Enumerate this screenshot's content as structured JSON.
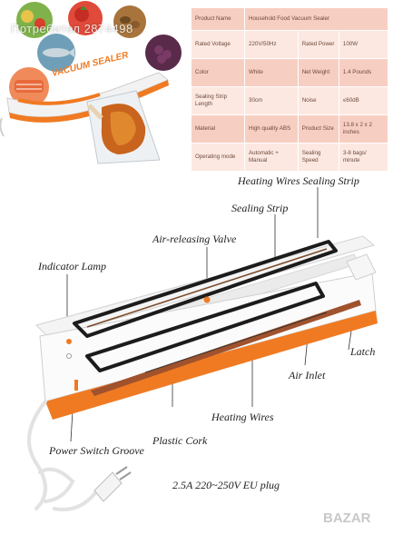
{
  "watermark": {
    "top_text": "Потребител 2874498",
    "brand": "BAZAR"
  },
  "photo": {
    "device_logo": "VACUUM SEALER"
  },
  "spec_table": {
    "rows": [
      {
        "label1": "Product Name",
        "value1": "Household Food Vacuum Sealer",
        "label2": "",
        "value2": ""
      },
      {
        "label1": "Rated Voltage",
        "value1": "220V/50Hz",
        "label2": "Rated Power",
        "value2": "100W"
      },
      {
        "label1": "Color",
        "value1": "White",
        "label2": "Net Weight",
        "value2": "1.4 Pounds"
      },
      {
        "label1": "Sealing Strip Length",
        "value1": "30cm",
        "label2": "Noise",
        "value2": "≤60dB"
      },
      {
        "label1": "Material",
        "value1": "High quality ABS",
        "label2": "Product Size",
        "value2": "13.8 x 2 x 2 inches"
      },
      {
        "label1": "Operating mode",
        "value1": "Automatic + Manual",
        "label2": "Sealing Speed",
        "value2": "3-8 bags/ minute"
      }
    ]
  },
  "labels": {
    "heating_wires_sealing_strip": "Heating Wires Sealing Strip",
    "sealing_strip": "Sealing Strip",
    "air_releasing_valve": "Air-releasing Valve",
    "indicator_lamp": "Indicator Lamp",
    "latch": "Latch",
    "air_inlet": "Air Inlet",
    "heating_wires": "Heating Wires",
    "plastic_cork": "Plastic Cork",
    "power_switch_groove": "Power Switch Groove",
    "plug": "2.5A 220~250V EU plug"
  },
  "colors": {
    "accent_orange": "#f07a22",
    "table_row_dark": "#f7cfc2",
    "table_row_light": "#fde8e1",
    "table_text": "#6b4a3c",
    "gasket_black": "#1c1c1c",
    "heating_wire_brown": "#a0522d"
  }
}
